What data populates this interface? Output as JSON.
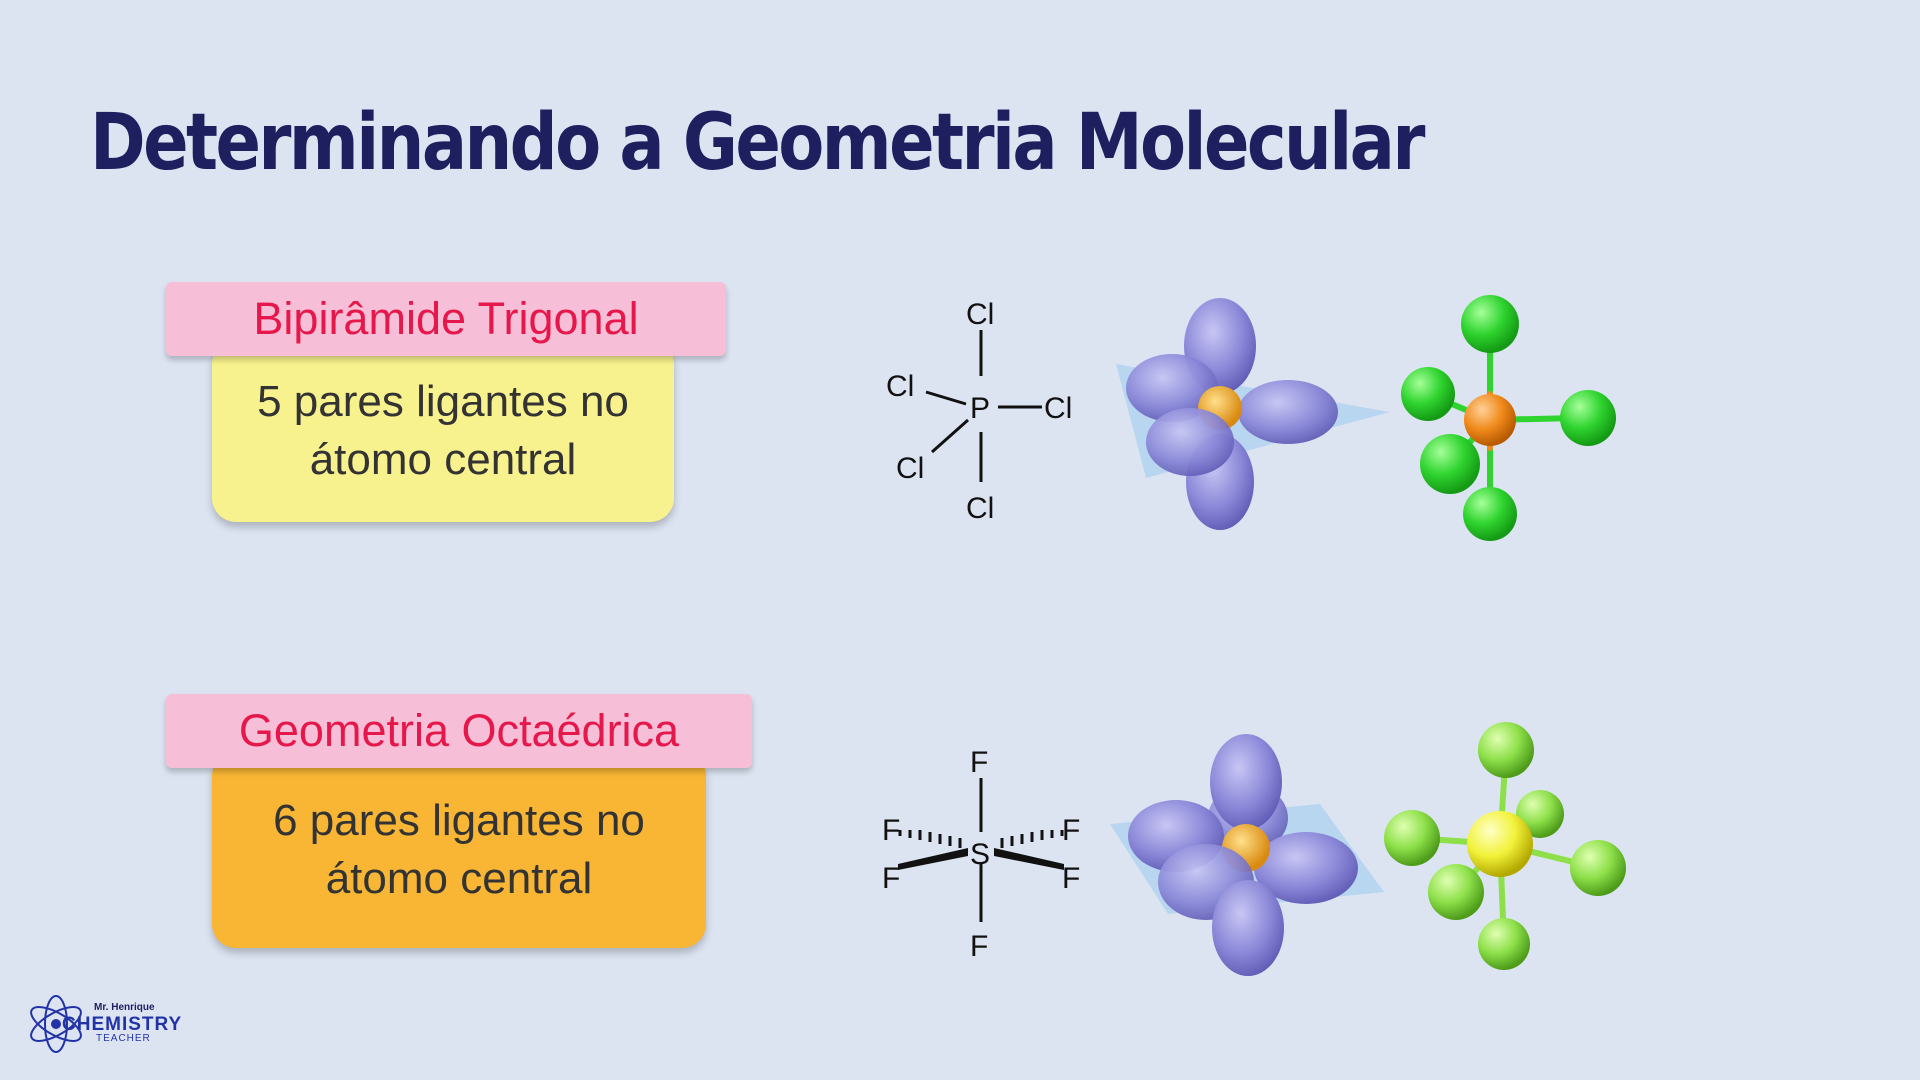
{
  "slide": {
    "title": "Determinando a Geometria Molecular"
  },
  "cards": [
    {
      "header": "Bipirâmide Trigonal",
      "line1": "5 pares ligantes no",
      "line2": "átomo central"
    },
    {
      "header": "Geometria Octaédrica",
      "line1": "6 pares ligantes no",
      "line2": "átomo central"
    }
  ],
  "molecules": {
    "pcl5": {
      "central": "P",
      "ligand": "Cl"
    },
    "sf6": {
      "central": "S",
      "ligand": "F"
    }
  },
  "colors": {
    "background": "#dce4f2",
    "title": "#1d1f5e",
    "header_bg": "#f7bfd7",
    "header_text": "#e6184b",
    "card1_bg": "#f8f28e",
    "card2_bg": "#f8b634",
    "orbital": "#8a87d8",
    "pcl5_central": "#f08a1c",
    "pcl5_ligand": "#2fd42f",
    "sf6_central": "#f2f23a",
    "sf6_ligand": "#8ee04a"
  },
  "logo": {
    "top": "Mr. Henrique",
    "main": "CHEMISTRY",
    "sub": "TEACHER"
  }
}
